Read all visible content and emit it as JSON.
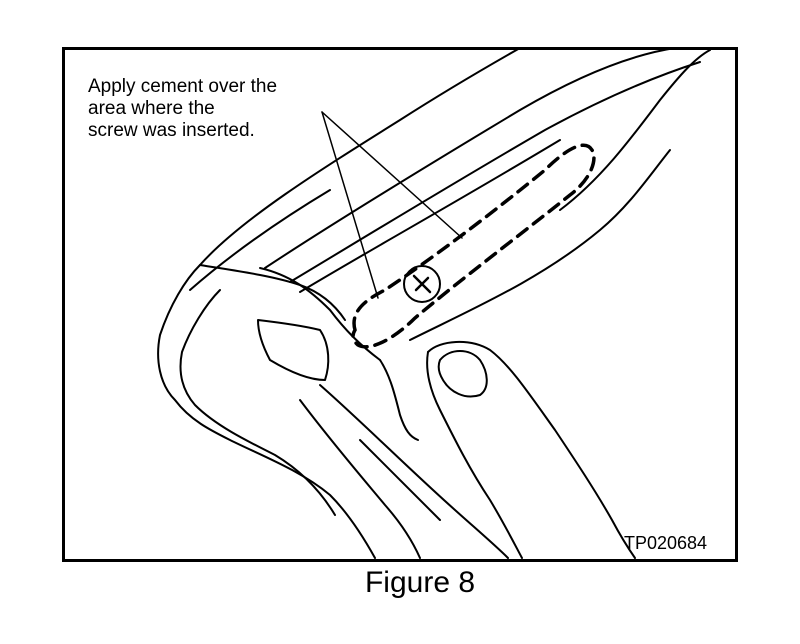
{
  "figure": {
    "callout": "Apply cement over the\narea where the\nscrew was inserted.",
    "part_number": "TP020684",
    "caption": "Figure 8"
  }
}
